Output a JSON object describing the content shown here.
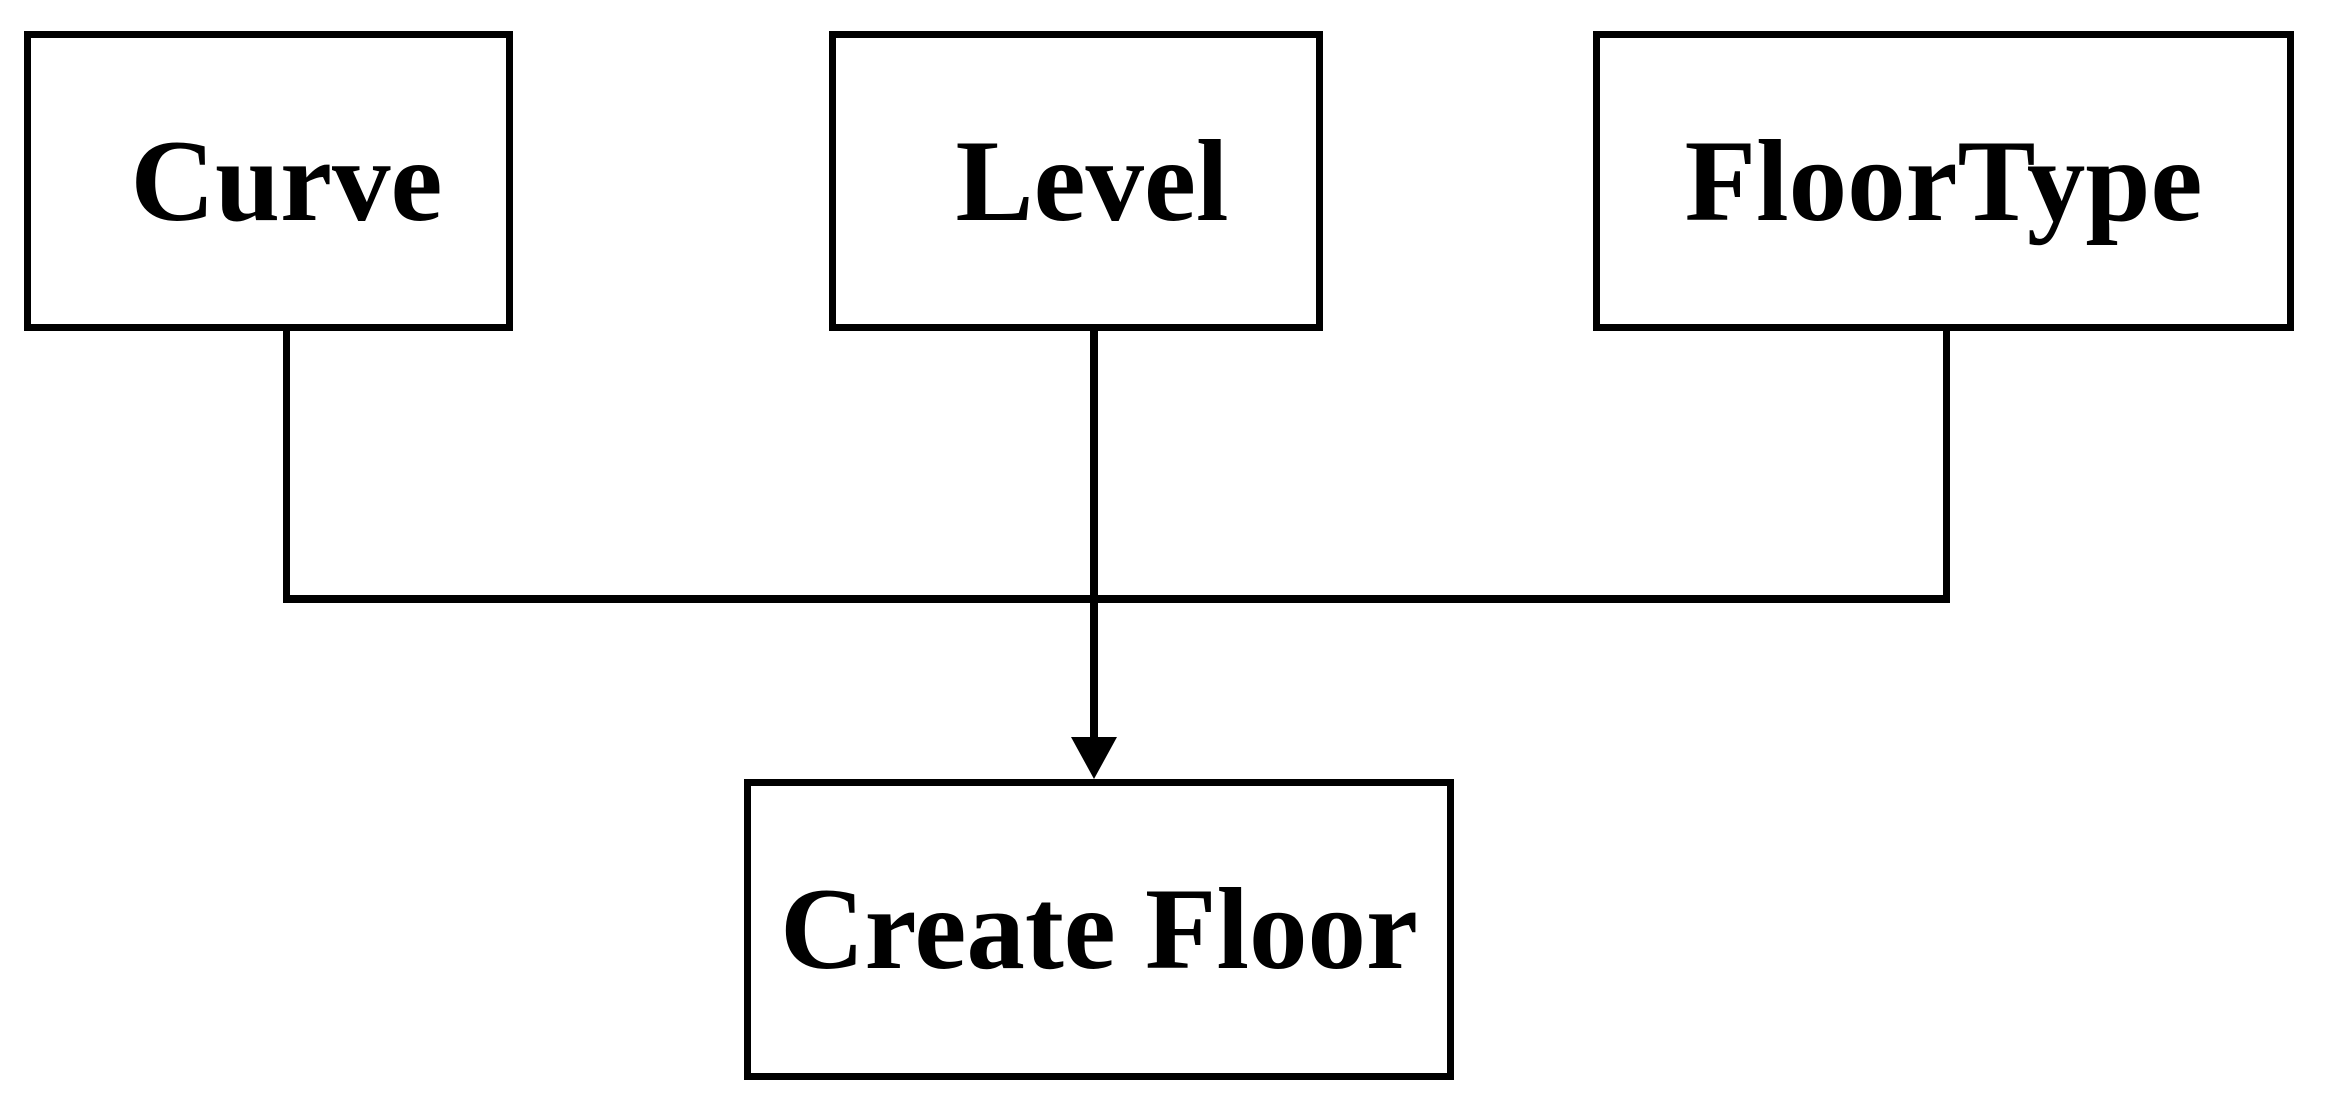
{
  "diagram": {
    "type": "flowchart",
    "colors": {
      "background": "#ffffff",
      "line": "#000000",
      "text": "#000000"
    },
    "nodes": {
      "curve": {
        "label": "Curve"
      },
      "level": {
        "label": "Level"
      },
      "floor_type": {
        "label": "FloorType"
      },
      "create_floor": {
        "label": "Create Floor"
      }
    },
    "edges": [
      {
        "from": "Curve",
        "to": "Create Floor",
        "arrow": false
      },
      {
        "from": "Level",
        "to": "Create Floor",
        "arrow": true
      },
      {
        "from": "FloorType",
        "to": "Create Floor",
        "arrow": false
      }
    ]
  }
}
